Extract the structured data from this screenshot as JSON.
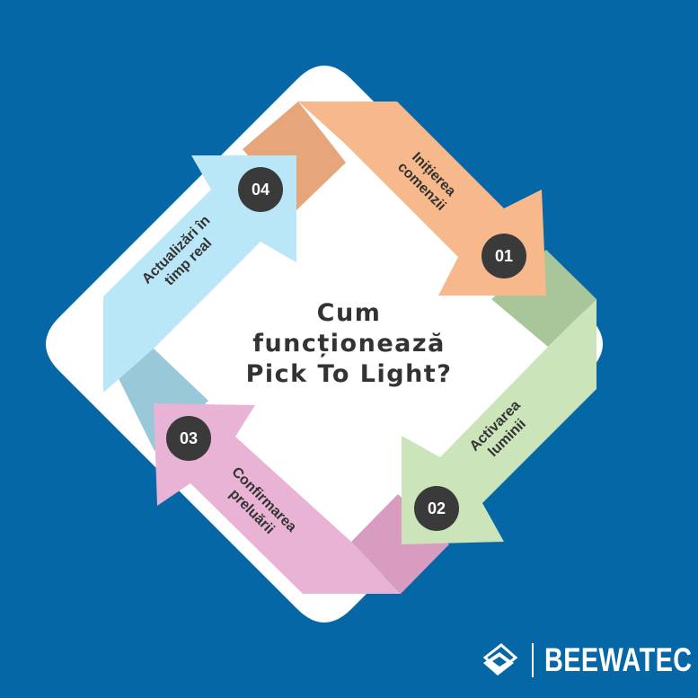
{
  "title": {
    "line1": "Cum",
    "line2": "funcționează",
    "line3": "Pick To Light?"
  },
  "steps": [
    {
      "number": "01",
      "label_line1": "Inițierea",
      "label_line2": "comenzii",
      "color": "#f7b98b",
      "shade": "#e7a679"
    },
    {
      "number": "02",
      "label_line1": "Activarea",
      "label_line2": "luminii",
      "color": "#cbe4b9",
      "shade": "#a9c69b"
    },
    {
      "number": "03",
      "label_line1": "Confirmarea",
      "label_line2": "preluării",
      "color": "#e8b3d4",
      "shade": "#d99cc1"
    },
    {
      "number": "04",
      "label_line1": "Actualizări în",
      "label_line2": "timp real",
      "color": "#b9e7f7",
      "shade": "#99c9d8"
    }
  ],
  "brand": {
    "name": "BEEWATEC",
    "background": "#0567a6",
    "panel": "#ffffff"
  }
}
